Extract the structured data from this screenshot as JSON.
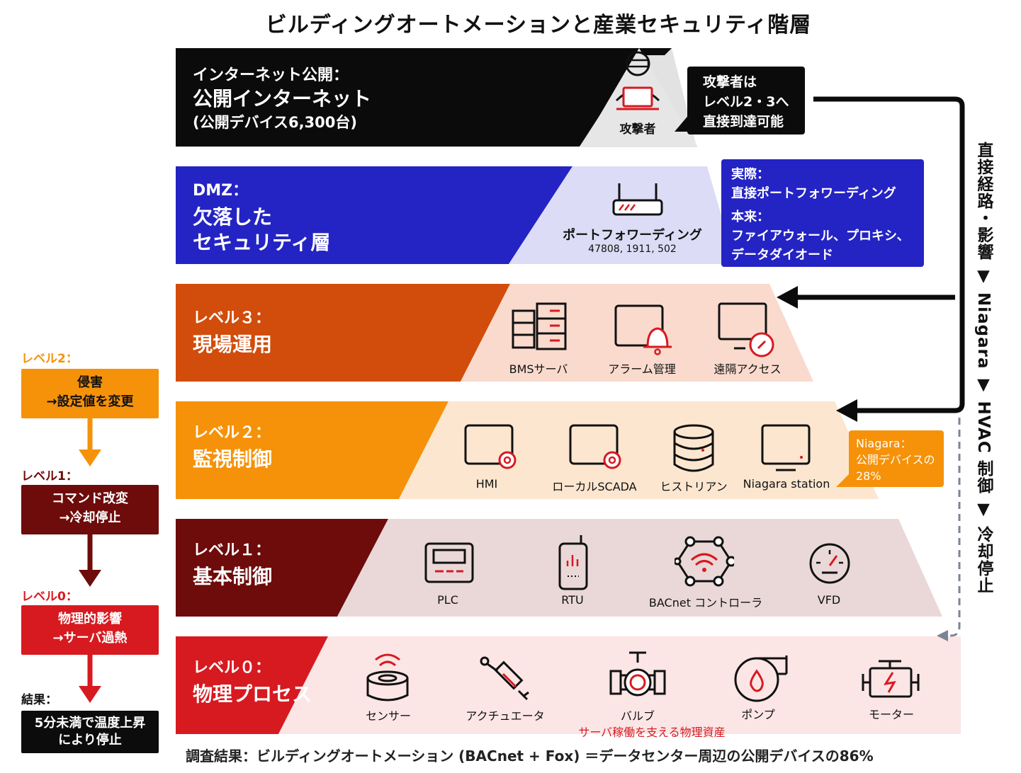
{
  "title": "ビルディングオートメーションと産業セキュリティ階層",
  "layers": {
    "internet": {
      "small": "インターネット公開：",
      "big": "公開インターネット",
      "sub": "(公開デバイス6,300台)",
      "attacker_label": "攻撃者",
      "callout": [
        "攻撃者は",
        "レベル2・3へ",
        "直接到達可能"
      ]
    },
    "dmz": {
      "small": "DMZ：",
      "big1": "欠落した",
      "big2": "セキュリティ層",
      "device_label": "ポートフォワーディング",
      "ports": "47808, 1911, 502",
      "note_actual_label": "実際：",
      "note_actual": "直接ポートフォワーディング",
      "note_ideal_label": "本来：",
      "note_ideal1": "ファイアウォール、プロキシ、",
      "note_ideal2": "データダイオード"
    },
    "level3": {
      "small": "レベル３：",
      "big": "現場運用",
      "icons": [
        "BMSサーバ",
        "アラーム管理",
        "遠隔アクセス"
      ]
    },
    "level2": {
      "small": "レベル２：",
      "big": "監視制御",
      "icons": [
        "HMI",
        "ローカルSCADA",
        "ヒストリアン",
        "Niagara station"
      ],
      "note": [
        "Niagara：",
        "公開デバイスの",
        "28%"
      ]
    },
    "level1": {
      "small": "レベル１：",
      "big": "基本制御",
      "icons": [
        "PLC",
        "RTU",
        "BACnet コントローラ",
        "VFD"
      ]
    },
    "level0": {
      "small": "レベル０：",
      "big": "物理プロセス",
      "icons": [
        "センサー",
        "アクチュエータ",
        "バルブ",
        "ポンプ",
        "モーター"
      ],
      "caption": "サーバ稼働を支える物理資産"
    }
  },
  "side_path": "直接経路・影響 ▼ Niagara ▼ HVAC 制御 ▼ 冷却停止",
  "impact_flow": [
    {
      "tag": "レベル2：",
      "line1": "侵害",
      "line2": "→設定値を変更",
      "color": "#f5920a"
    },
    {
      "tag": "レベル1：",
      "line1": "コマンド改変",
      "line2": "→冷却停止",
      "color": "#6e0b0b"
    },
    {
      "tag": "レベル0：",
      "line1": "物理的影響",
      "line2": "→サーバ過熱",
      "color": "#d71a20"
    },
    {
      "tag": "結果：",
      "line1": "5分未満で温度上昇",
      "line2": "により停止",
      "color": "#0c0c0c"
    }
  ],
  "footer": "調査結果：ビルディングオートメーション (BACnet + Fox) ＝データセンター周辺の公開デバイスの86%",
  "colors": {
    "internet": "#0b0b0b",
    "dmz": "#2424c4",
    "level3": "#d24c0b",
    "level2": "#f5920a",
    "level1": "#6e0b0b",
    "level0": "#d71a20",
    "accent_red": "#d71a20"
  }
}
